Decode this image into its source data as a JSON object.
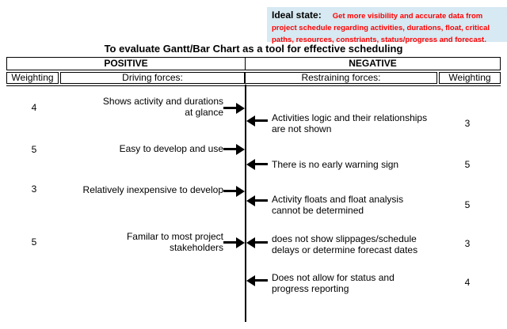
{
  "ideal_state": {
    "label": "Ideal state:",
    "text": "Get more visibility and accurate data from project schedule regarding activities, durations, float, critical paths, resources, constriants, status/progress and forecast."
  },
  "title": "To evaluate Gantt/Bar Chart as a tool for effective scheduling",
  "header": {
    "positive": "POSITIVE",
    "negative": "NEGATIVE",
    "weighting_left": "Weighting",
    "driving": "Driving forces:",
    "restraining": "Restraining forces:",
    "weighting_right": "Weighting"
  },
  "driving_forces": [
    {
      "weight": "4",
      "text": "Shows activity and durations\nat glance"
    },
    {
      "weight": "5",
      "text": "Easy to develop and use"
    },
    {
      "weight": "3",
      "text": "Relatively inexpensive to develop"
    },
    {
      "weight": "5",
      "text": "Familar to most project\nstakeholders"
    }
  ],
  "restraining_forces": [
    {
      "weight": "3",
      "text": "Activities logic and their relationships\nare not shown"
    },
    {
      "weight": "5",
      "text": "There is no early warning sign"
    },
    {
      "weight": "5",
      "text": "Activity floats and float analysis\ncannot be determined"
    },
    {
      "weight": "3",
      "text": "does not show slippages/schedule\ndelays or determine forecast dates"
    },
    {
      "weight": "4",
      "text": "Does not allow for status and\nprogress reporting"
    }
  ],
  "colors": {
    "ideal_bg": "#d7e9f2",
    "ideal_text": "#ff0000",
    "line": "#000000"
  }
}
